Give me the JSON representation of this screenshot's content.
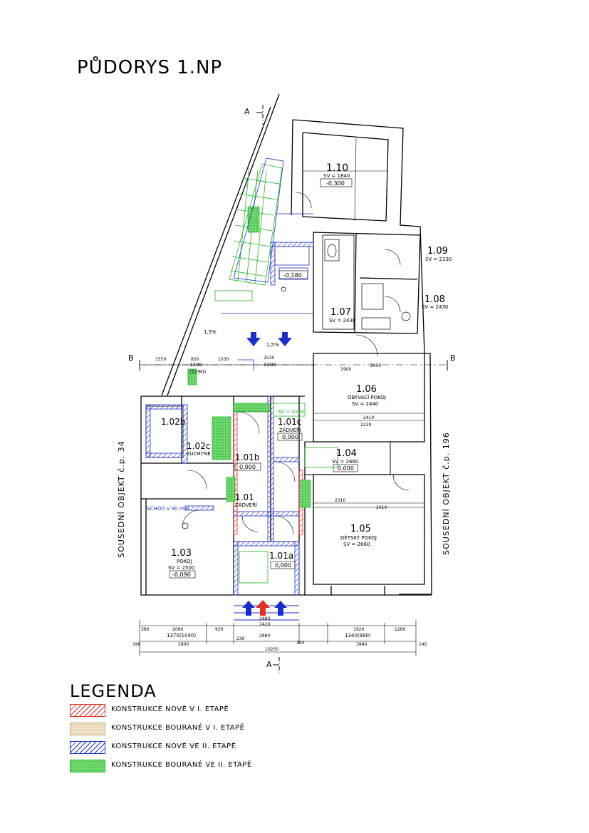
{
  "title": "PŮDORYS 1.NP",
  "section_marks": {
    "a": "A",
    "b": "B"
  },
  "rooms": [
    {
      "id": "1.10",
      "sv": "SV = 1840",
      "level": "-0,300"
    },
    {
      "id": "1.09",
      "sv": "SV = 2330"
    },
    {
      "id": "1.08",
      "sv": "SV = 2430"
    },
    {
      "id": "1.07",
      "sv": "SV = 2430"
    },
    {
      "id": "1.06",
      "name": "OBÝVACÍ POKOJ",
      "sv": "SV = 2440"
    },
    {
      "id": "1.05",
      "name": "DĚTSKÝ POKOJ",
      "sv": "SV = 2660"
    },
    {
      "id": "1.04",
      "sv": "SV = 2660",
      "level": "0,000"
    },
    {
      "id": "1.03",
      "name": "POKOJ",
      "sv": "SV = 2500",
      "level": "-0,090"
    },
    {
      "id": "1.02c",
      "name": "KUCHYNĚ"
    },
    {
      "id": "1.02b"
    },
    {
      "id": "1.01c",
      "name": "ZÁDVEŘÍ",
      "sv": "SV = 3200",
      "level": "0,000"
    },
    {
      "id": "1.01b",
      "level": "0,000"
    },
    {
      "id": "1.01",
      "name": "ZÁDVEŘÍ"
    },
    {
      "id": "1.01a",
      "level": "0,000"
    }
  ],
  "annotations": {
    "level_entry": "-0,180",
    "slope_a": "1,5%",
    "slope_b": "1,5%",
    "stair_note": "SCHOD V 90 mm",
    "dim_top_1200": "1200",
    "dim_top_1200b": "(1290)",
    "dim_3200": "3200",
    "dim_2530": "2530",
    "dim_1550": "1550",
    "dim_850": "850",
    "dim_1030": "1030",
    "dim_1900": "1900",
    "dim_2050": "2050",
    "dim_2410": "2410",
    "dim_2230": "2230",
    "dim_2310": "2310",
    "dim_2010": "2010",
    "dim_2480": "2480",
    "dim_2420": "2420",
    "dim_2980": "2980",
    "dim_2800": "2800",
    "dim_3840": "3840",
    "dim_10200": "10200",
    "dim_1370": "1370(1040)",
    "dim_1340": "1340(980)",
    "dim_2080": "2080",
    "dim_1920": "1920",
    "dim_1260": "1260",
    "dim_920": "920",
    "dim_380": "380",
    "dim_180": "180",
    "dim_140": "140",
    "dim_350": "350",
    "dim_230": "230"
  },
  "side_labels": {
    "left": "SOUSEDNÍ OBJEKT č.p. 34",
    "right": "SOUSEDNÍ OBJEKT č.p. 196"
  },
  "legend": {
    "title": "LEGENDA",
    "items": [
      {
        "label": "KONSTRUKCE NOVÉ V I. ETAPĚ",
        "color": "#e0302a",
        "fill": "#f6c0bd"
      },
      {
        "label": "KONSTRUKCE BOURANÉ V I. ETAPĚ",
        "color": "#c8a76a",
        "fill": "#eadcc0"
      },
      {
        "label": "KONSTRUKCE NOVÉ VE II. ETAPĚ",
        "color": "#1c2fc4",
        "fill": "#c4caf0"
      },
      {
        "label": "KONSTRUKCE BOURANÉ VE II. ETAPĚ",
        "color": "#22b422",
        "fill": "#7fe07f"
      }
    ]
  },
  "colors": {
    "black": "#000000",
    "blue": "#1c2fc4",
    "green": "#22b422",
    "red": "#e0302a"
  }
}
